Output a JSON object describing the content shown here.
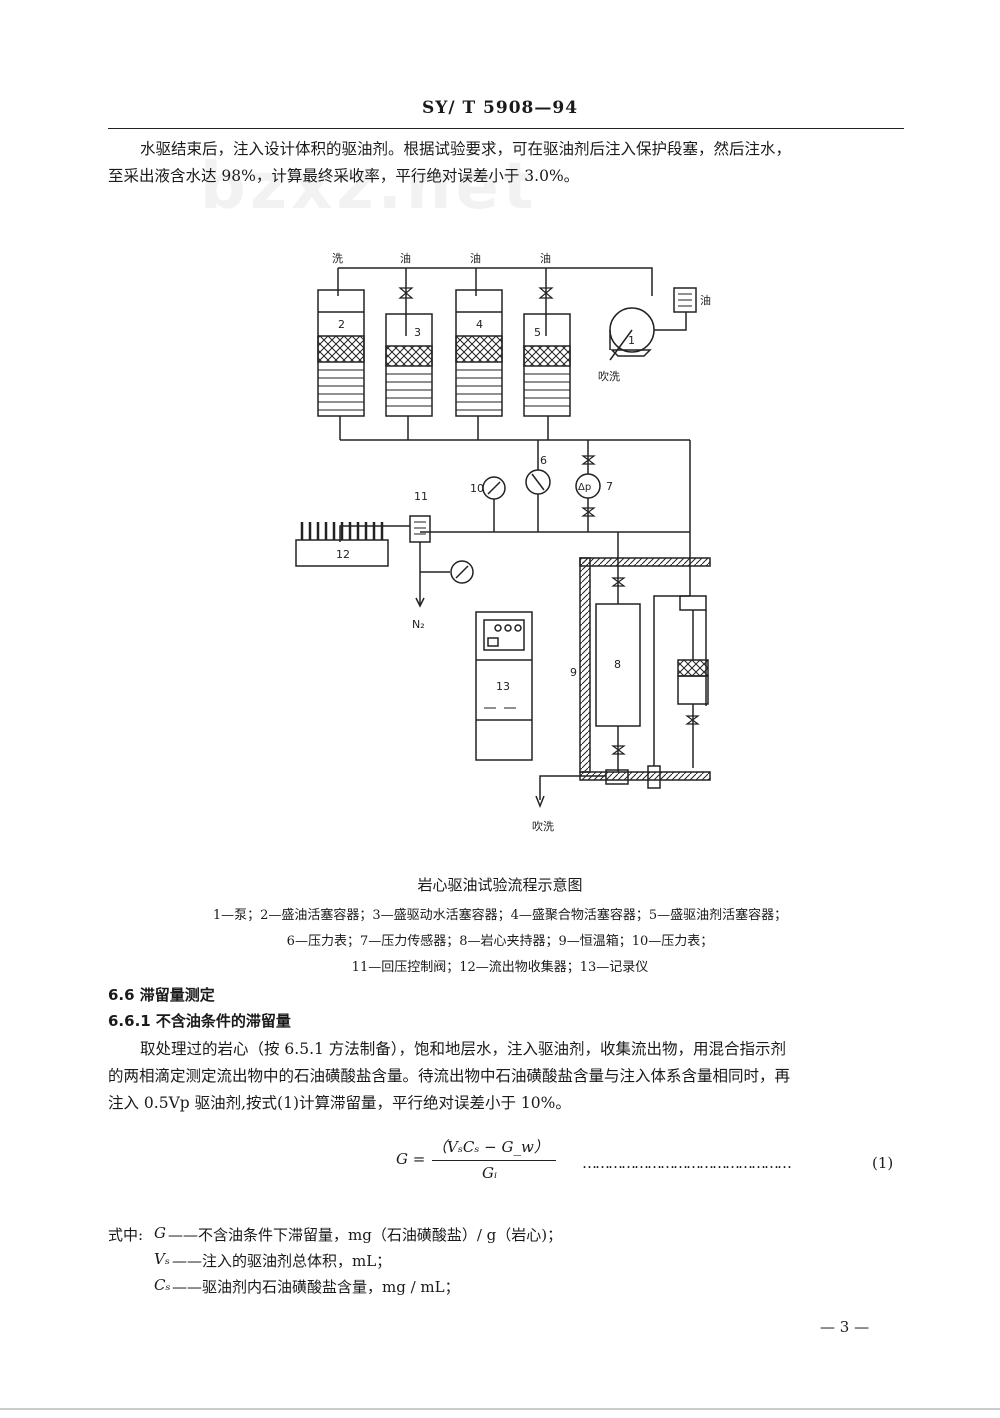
{
  "header": {
    "title": "SY/ T 5908—94"
  },
  "watermark": "bzxz.net",
  "intro": {
    "line1": "水驱结束后，注入设计体积的驱油剂。根据试验要求，可在驱油剂后注入保护段塞，然后注水，",
    "line2": "至采出液含水达 98%，计算最终采收率，平行绝对误差小于 3.0%。"
  },
  "diagram": {
    "labels": {
      "top1": "洗",
      "top2": "油",
      "top3": "油",
      "top4": "油",
      "oil_tank": "油",
      "purge_top": "吹洗",
      "purge_bottom": "吹洗",
      "n2": "N₂",
      "dp": "Δp",
      "n1": "1",
      "n2c": "2",
      "n3": "3",
      "n4": "4",
      "n5": "5",
      "n6": "6",
      "n7": "7",
      "n8": "8",
      "n9": "9",
      "n10": "10",
      "n11": "11",
      "n12": "12",
      "n13": "13"
    },
    "caption": "岩心驱油试验流程示意图",
    "legend_lines": [
      "1—泵；2—盛油活塞容器；3—盛驱动水活塞容器；4—盛聚合物活塞容器；5—盛驱油剂活塞容器；",
      "6—压力表；7—压力传感器；8—岩心夹持器；9—恒温箱；10—压力表；",
      "11—回压控制阀；12—流出物收集器；13—记录仪"
    ]
  },
  "section_6_6": {
    "title": "6.6 滞留量测定"
  },
  "section_6_6_1": {
    "title": "6.6.1 不含油条件的滞留量",
    "line1": "取处理过的岩心（按 6.5.1 方法制备），饱和地层水，注入驱油剂，收集流出物，用混合指示剂",
    "line2": "的两相滴定测定流出物中的石油磺酸盐含量。待流出物中石油磺酸盐含量与注入体系含量相同时，再",
    "line3": "注入 0.5Vp 驱油剂,按式(1)计算滞留量，平行绝对误差小于 10%。"
  },
  "formula": {
    "lhs": "G =",
    "numerator": "（VₛCₛ − G_w）",
    "denominator": "Gᵢ",
    "dots": "…………………………………………",
    "number": "(1)"
  },
  "where": {
    "prefix": "式中:",
    "items": [
      {
        "symbol": "G",
        "desc": "——不含油条件下滞留量，mg（石油磺酸盐）/ g（岩心)；"
      },
      {
        "symbol": "Vₛ",
        "desc": "——注入的驱油剂总体积，mL；"
      },
      {
        "symbol": "Cₛ",
        "desc": "——驱油剂内石油磺酸盐含量，mg / mL；"
      }
    ]
  },
  "page_number": "— 3 —"
}
